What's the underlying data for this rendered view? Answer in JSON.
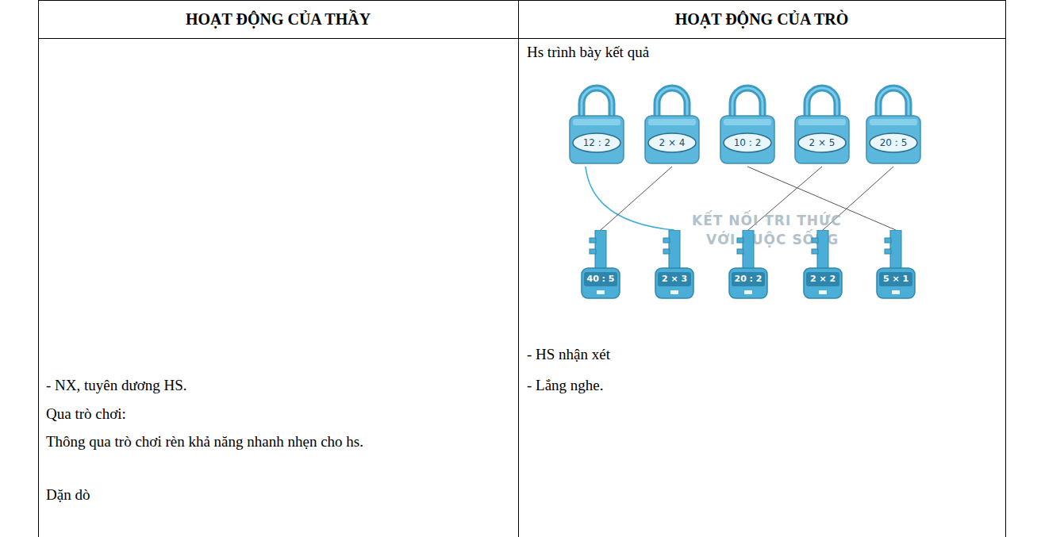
{
  "diagram": {
    "nodes": [
      {
        "text": [
          "12 : 2"
        ]
      },
      {
        "text": [
          "2 × 4"
        ]
      },
      {
        "text": [
          "10 : 2"
        ]
      },
      {
        "text": [
          "2 × 5"
        ]
      },
      {
        "text": [
          "20 : 5"
        ]
      },
      {
        "text": [
          "40 : 5"
        ]
      },
      {
        "text": [
          "2 × 3"
        ]
      },
      {
        "text": [
          "20 : 2"
        ]
      },
      {
        "text": [
          "2 × 2"
        ]
      },
      {
        "text": [
          "5 × 1"
        ]
      }
    ],
    "edges": [
      {
        "from": 0,
        "to": 6,
        "arrow": "none"
      },
      {
        "from": 1,
        "to": 5,
        "arrow": "none"
      },
      {
        "from": 2,
        "to": 9,
        "arrow": "none"
      },
      {
        "from": 3,
        "to": 7,
        "arrow": "none"
      },
      {
        "from": 4,
        "to": 8,
        "arrow": "none"
      }
    ],
    "labels": [
      "HOẠT ĐỘNG CỦA THẦY",
      "HOẠT ĐỘNG CỦA TRÒ",
      "Hs trình bày kết quả",
      "KẾT NỐI TRI THỨC",
      "VỚI CUỘC SỐNG",
      "- HS nhận xét",
      "- NX, tuyên dương HS.",
      "- Lắng nghe.",
      "Qua trò chơi:",
      "Thông qua trò chơi rèn khả năng nhanh nhẹn cho hs.",
      "Dặn dò"
    ]
  }
}
